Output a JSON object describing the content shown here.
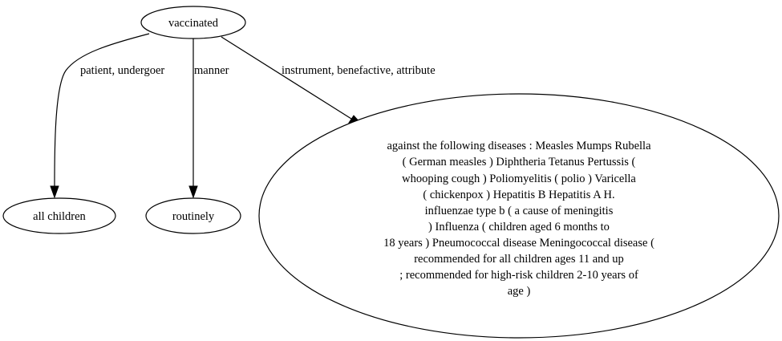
{
  "graph": {
    "nodes": {
      "root": {
        "label": "vaccinated"
      },
      "patient": {
        "label": "all children"
      },
      "manner": {
        "label": "routinely"
      },
      "instrument": {
        "lines": [
          "against the following diseases : Measles Mumps Rubella",
          "( German measles ) Diphtheria Tetanus Pertussis (",
          "whooping cough ) Poliomyelitis ( polio ) Varicella",
          "( chickenpox ) Hepatitis B Hepatitis A H.",
          "influenzae type b ( a cause of meningitis",
          ") Influenza ( children aged 6 months to",
          "18 years ) Pneumococcal disease Meningococcal disease (",
          "recommended for all children ages 11 and up",
          "; recommended for high-risk children 2-10 years of",
          "age )"
        ]
      }
    },
    "edges": {
      "patient": {
        "label": "patient, undergoer"
      },
      "manner": {
        "label": "manner"
      },
      "instrument": {
        "label": "instrument, benefactive, attribute"
      }
    }
  }
}
